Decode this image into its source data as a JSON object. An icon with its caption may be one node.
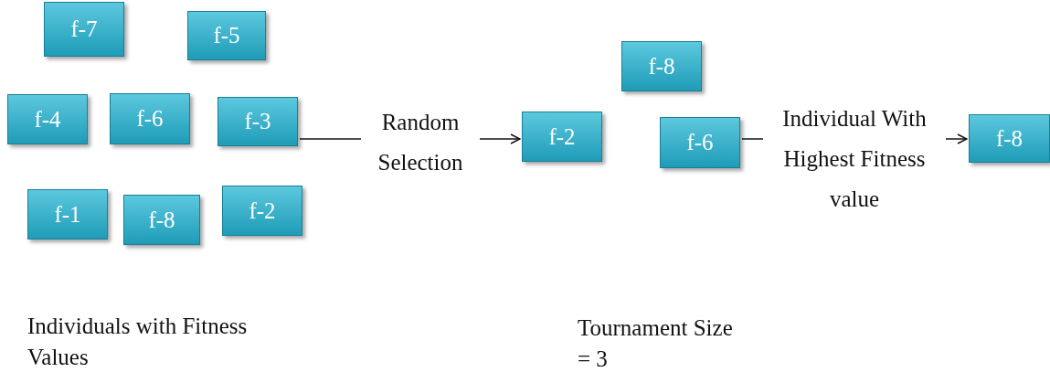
{
  "diagram": {
    "nodes": [
      {
        "text": [
          "f-7"
        ]
      },
      {
        "text": [
          "f-5"
        ]
      },
      {
        "text": [
          "f-4"
        ]
      },
      {
        "text": [
          "f-6"
        ]
      },
      {
        "text": [
          "f-3"
        ]
      },
      {
        "text": [
          "f-1"
        ]
      },
      {
        "text": [
          "f-8"
        ]
      },
      {
        "text": [
          "f-2"
        ]
      },
      {
        "text": [
          "f-8"
        ]
      },
      {
        "text": [
          "f-2"
        ]
      },
      {
        "text": [
          "f-6"
        ]
      },
      {
        "text": [
          "f-8"
        ]
      }
    ],
    "edges": [
      {
        "from": 4,
        "to": 9,
        "arrow": "to",
        "label": "Random Selection"
      },
      {
        "from": 10,
        "to": 11,
        "arrow": "to",
        "label": "Individual With Highest Fitness value"
      }
    ],
    "labels": [
      "Individuals with Fitness Values",
      "Tournament Size = 3"
    ]
  }
}
